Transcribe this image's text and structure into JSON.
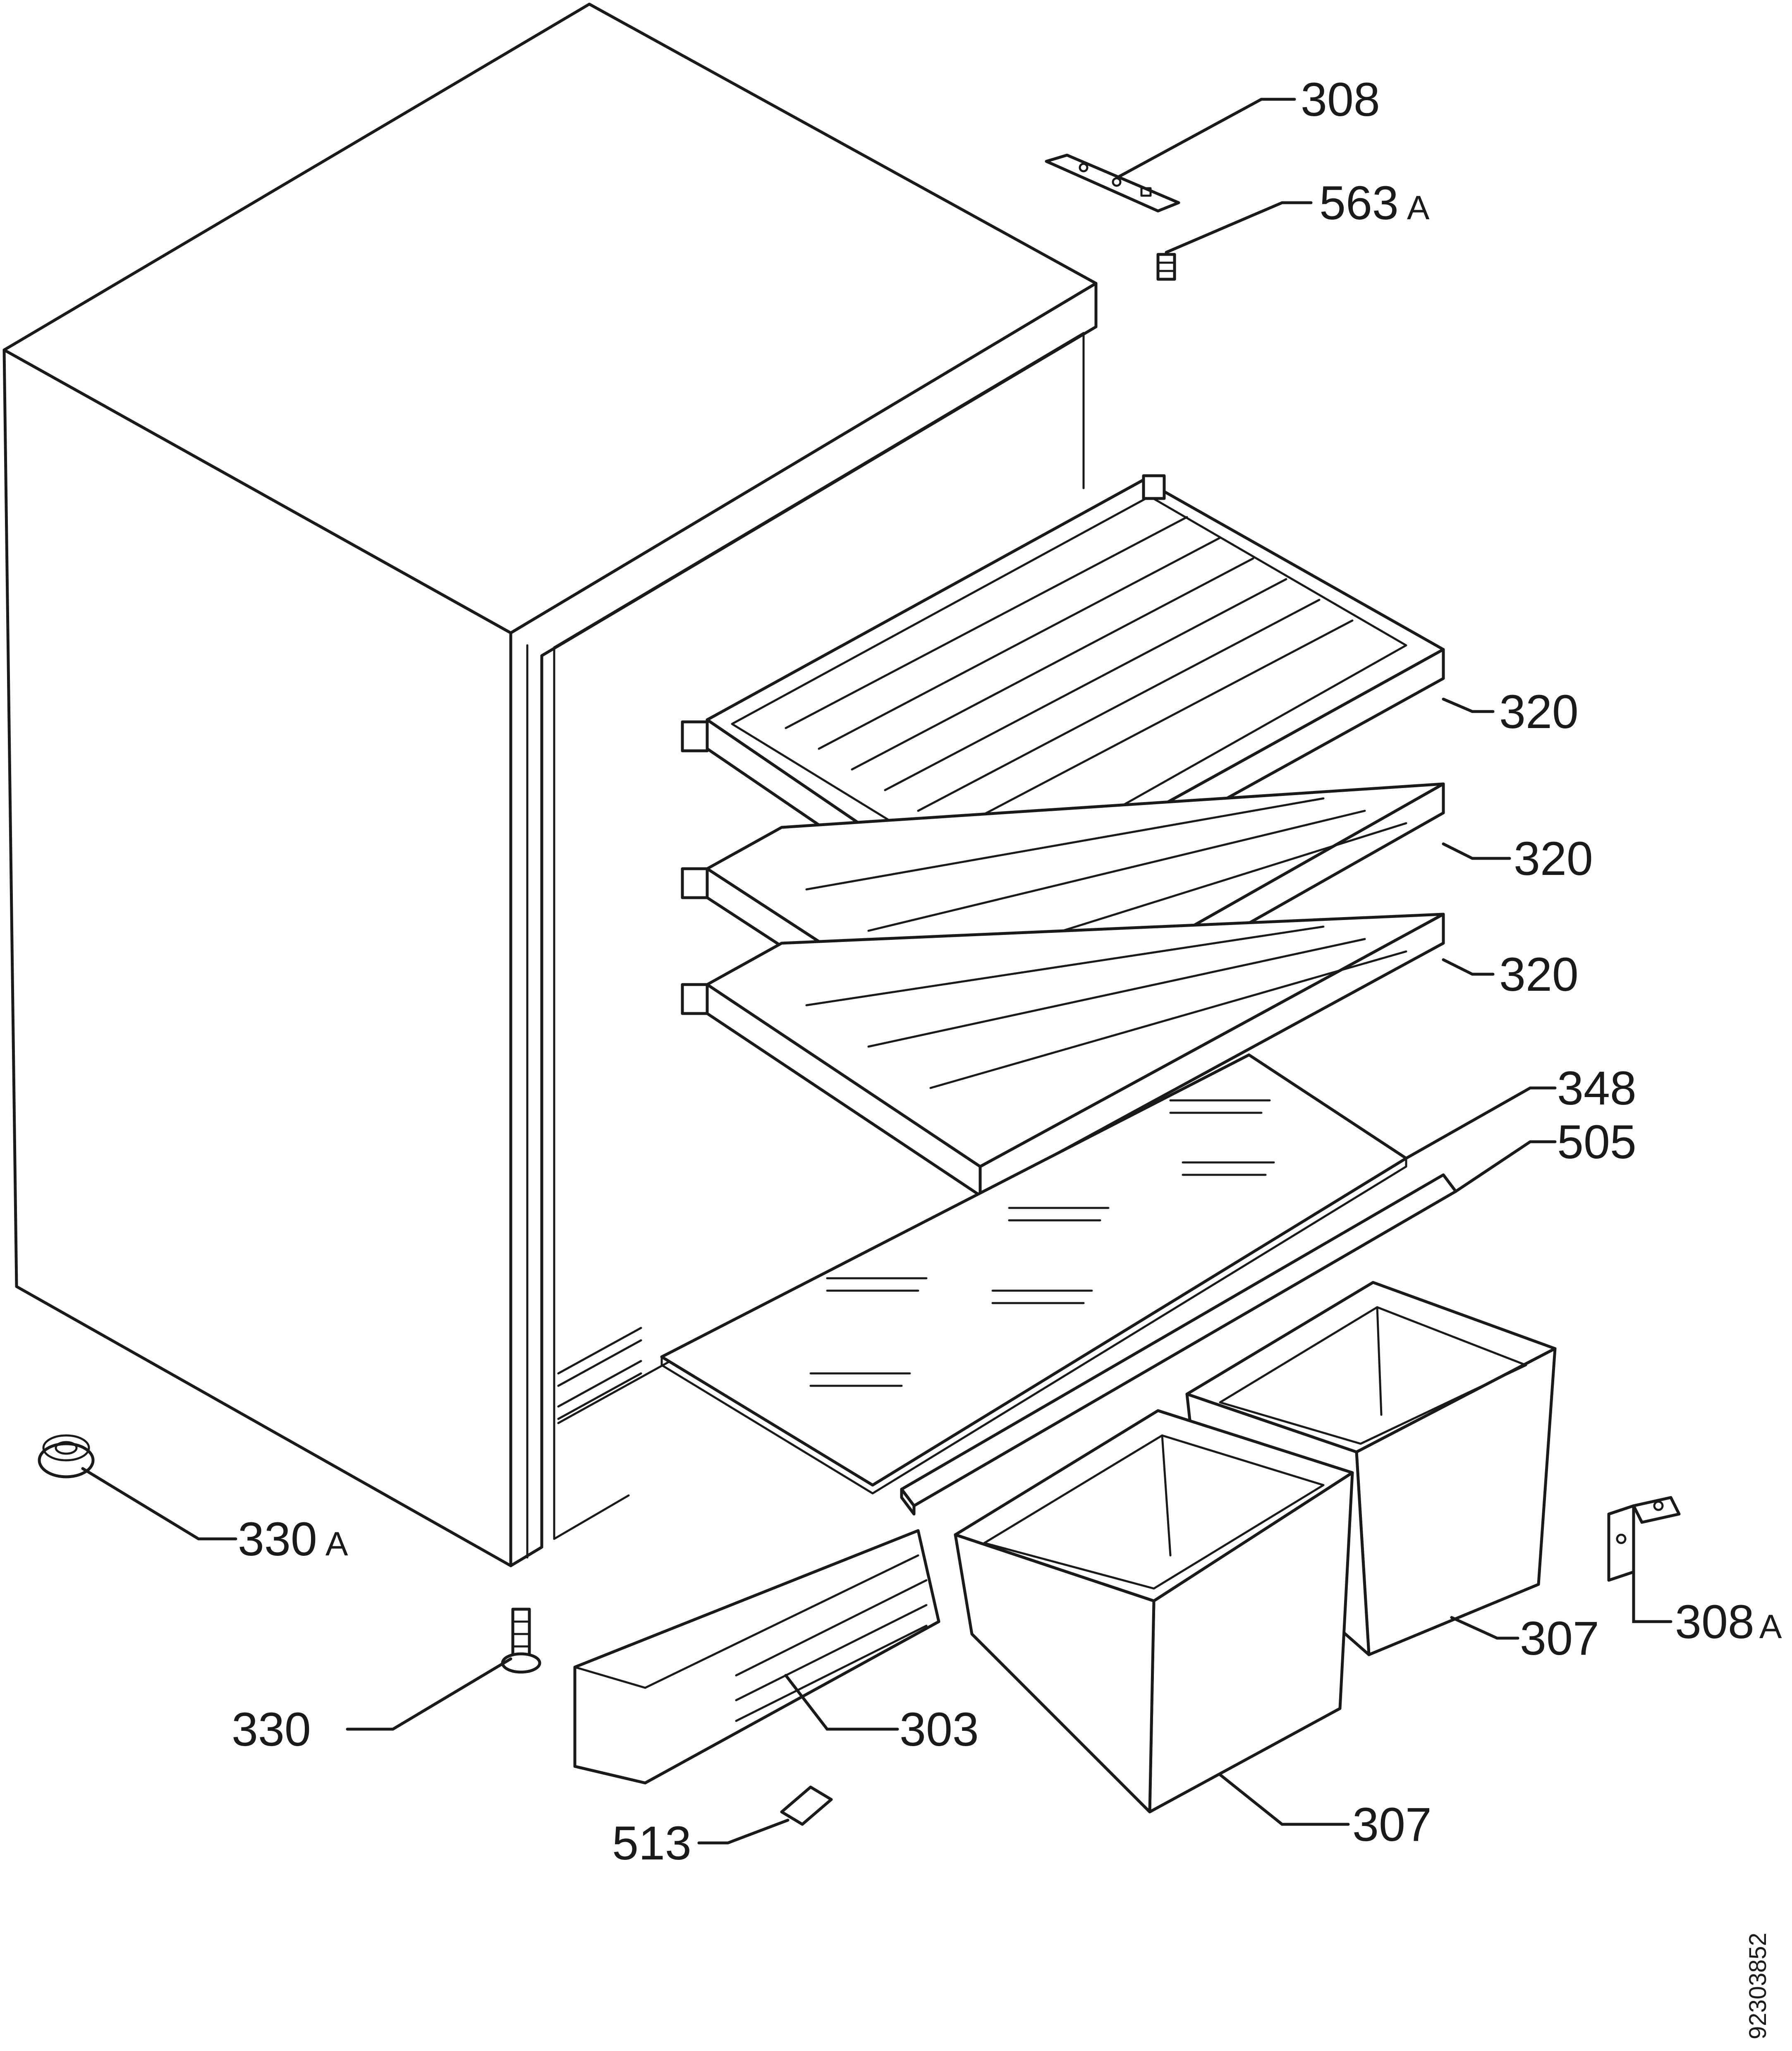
{
  "labels": {
    "l308": "308",
    "l563": "563",
    "l563_suffix": "A",
    "l320_a": "320",
    "l320_b": "320",
    "l320_c": "320",
    "l348": "348",
    "l505": "505",
    "l330A": "330",
    "l330A_suffix": "A",
    "l330": "330",
    "l303": "303",
    "l307_a": "307",
    "l307_b": "307",
    "l308A": "308",
    "l308A_suffix": "A",
    "l513": "513"
  },
  "doc_number": "92303852"
}
